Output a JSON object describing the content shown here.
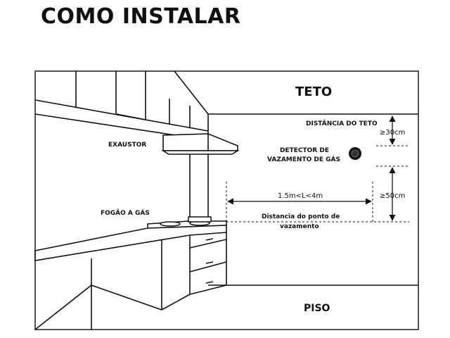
{
  "title": "COMO INSTALAR",
  "labels": {
    "ceiling": "TETO",
    "floor": "PISO",
    "hood": "EXAUSTOR",
    "stove": "FOGÃO A GÁS",
    "detector_line1": "DETECTOR DE",
    "detector_line2": "VAZAMENTO DE GÁS",
    "ceiling_distance": "DISTÂNCIA DO TETO",
    "ceiling_gap": "≥30cm",
    "height_gap": "≥50cm",
    "horizontal_range": "1.5m<L<4m",
    "leak_point_line1": "Distancia do ponto de",
    "leak_point_line2": "vazamento"
  },
  "colors": {
    "line": "#111111",
    "background": "#ffffff",
    "frame": "#555555"
  }
}
